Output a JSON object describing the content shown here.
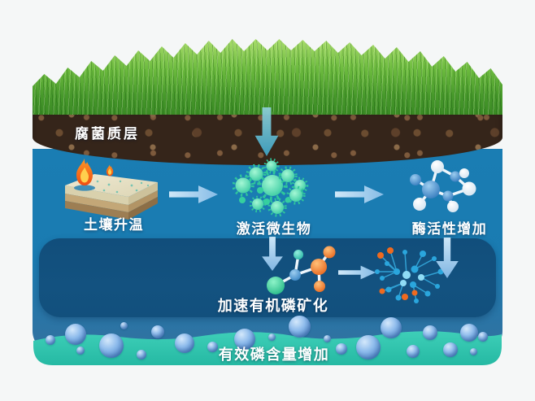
{
  "diagram": {
    "soil_profile": {
      "humus_label": "腐菌质层"
    },
    "flow": {
      "step1": "土壤升温",
      "step2": "激活微生物",
      "step3": "酶活性增加",
      "step4": "加速有机磷矿化",
      "step5": "有效磷含量增加"
    },
    "icons": {
      "flame": "flame-icon",
      "soil_block": "soil-block-icon",
      "microbes": "microbes-cluster-icon",
      "enzyme": "enzyme-molecule-icon",
      "organic_p": "organic-phosphorus-molecule-icon",
      "dispersed_p": "dispersed-phosphate-network-icon",
      "bubbles": "phosphate-bubble",
      "arrows": "flow-arrow"
    },
    "colors": {
      "background_white": "#f5f7f7",
      "grass_green": "#5cab36",
      "soil_brown": "#35251a",
      "subsoil_blue": "#1a7db3",
      "band_blue": "#124f7c",
      "available_p_teal": "#2cc4ae",
      "arrow_light_blue": "#a9d2ee",
      "arrow_teal": "#5fb0c4",
      "microbe_green": "#35d49f",
      "enzyme_blue": "#2a72b8",
      "mineral_orange": "#ee7a2a",
      "mineral_green": "#1db582",
      "bubble_blue": "#6ea3dd"
    }
  }
}
